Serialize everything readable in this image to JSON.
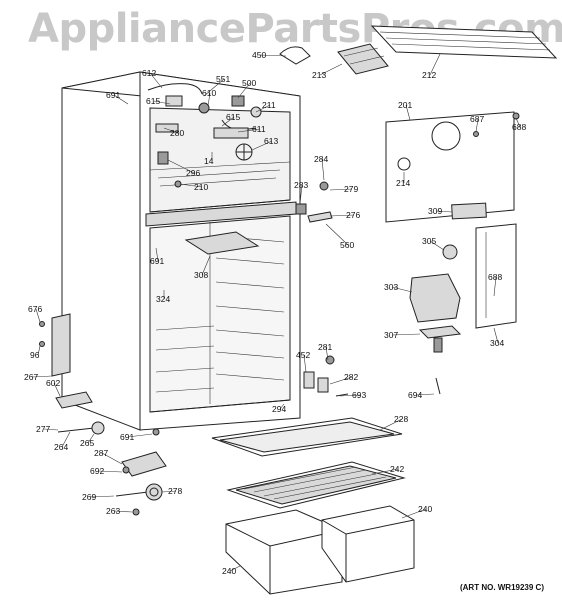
{
  "watermark": "AppliancePartsPros.com",
  "art_number": "(ART NO. WR19239 C)",
  "parts": [
    {
      "id": "p450",
      "label": "450"
    },
    {
      "id": "p213",
      "label": "213"
    },
    {
      "id": "p212",
      "label": "212"
    },
    {
      "id": "p612",
      "label": "612"
    },
    {
      "id": "p551",
      "label": "551"
    },
    {
      "id": "p691a",
      "label": "691"
    },
    {
      "id": "p615a",
      "label": "615"
    },
    {
      "id": "p610",
      "label": "610"
    },
    {
      "id": "p500",
      "label": "500"
    },
    {
      "id": "p211",
      "label": "211"
    },
    {
      "id": "p280",
      "label": "280"
    },
    {
      "id": "p615b",
      "label": "615"
    },
    {
      "id": "p611",
      "label": "611"
    },
    {
      "id": "p613",
      "label": "613"
    },
    {
      "id": "p14",
      "label": "14"
    },
    {
      "id": "p296",
      "label": "296"
    },
    {
      "id": "p210",
      "label": "210"
    },
    {
      "id": "p201",
      "label": "201"
    },
    {
      "id": "p687",
      "label": "687"
    },
    {
      "id": "p688a",
      "label": "688"
    },
    {
      "id": "p284",
      "label": "284"
    },
    {
      "id": "p279",
      "label": "279"
    },
    {
      "id": "p283",
      "label": "283"
    },
    {
      "id": "p276",
      "label": "276"
    },
    {
      "id": "p560",
      "label": "560"
    },
    {
      "id": "p214",
      "label": "214"
    },
    {
      "id": "p309",
      "label": "309"
    },
    {
      "id": "p305",
      "label": "305"
    },
    {
      "id": "p691b",
      "label": "691"
    },
    {
      "id": "p308",
      "label": "308"
    },
    {
      "id": "p324",
      "label": "324"
    },
    {
      "id": "p688b",
      "label": "688"
    },
    {
      "id": "p303",
      "label": "303"
    },
    {
      "id": "p676",
      "label": "676"
    },
    {
      "id": "p307",
      "label": "307"
    },
    {
      "id": "p304",
      "label": "304"
    },
    {
      "id": "p96",
      "label": "96"
    },
    {
      "id": "p452",
      "label": "452"
    },
    {
      "id": "p281",
      "label": "281"
    },
    {
      "id": "p267",
      "label": "267"
    },
    {
      "id": "p602",
      "label": "602"
    },
    {
      "id": "p282",
      "label": "282"
    },
    {
      "id": "p693",
      "label": "693"
    },
    {
      "id": "p694",
      "label": "694"
    },
    {
      "id": "p294",
      "label": "294"
    },
    {
      "id": "p277",
      "label": "277"
    },
    {
      "id": "p228",
      "label": "228"
    },
    {
      "id": "p691c",
      "label": "691"
    },
    {
      "id": "p264",
      "label": "264"
    },
    {
      "id": "p265",
      "label": "265"
    },
    {
      "id": "p287",
      "label": "287"
    },
    {
      "id": "p242",
      "label": "242"
    },
    {
      "id": "p692",
      "label": "692"
    },
    {
      "id": "p269",
      "label": "269"
    },
    {
      "id": "p278",
      "label": "278"
    },
    {
      "id": "p263",
      "label": "263"
    },
    {
      "id": "p240a",
      "label": "240"
    },
    {
      "id": "p240b",
      "label": "240"
    }
  ]
}
